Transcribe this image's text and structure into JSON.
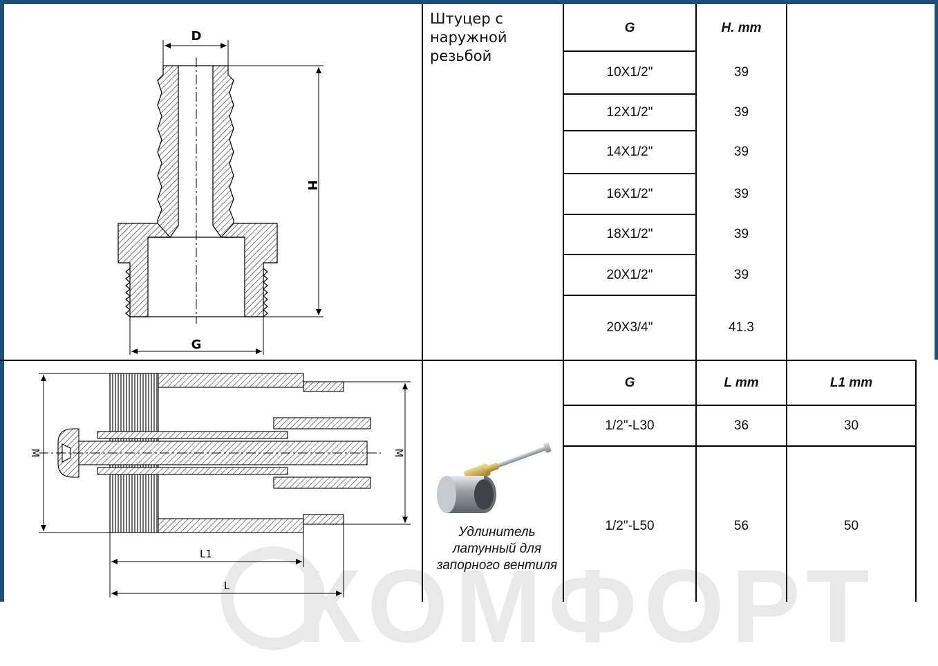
{
  "section1": {
    "title": "Штуцер с наружной резьбой",
    "headers": [
      "G",
      "H. mm"
    ],
    "rows": [
      [
        "10X1/2\"",
        "39"
      ],
      [
        "12X1/2\"",
        "39"
      ],
      [
        "14X1/2\"",
        "39"
      ],
      [
        "16X1/2\"",
        "39"
      ],
      [
        "18X1/2\"",
        "39"
      ],
      [
        "20X1/2\"",
        "39"
      ],
      [
        "20X3/4\"",
        "41.3"
      ]
    ],
    "drawing_labels": {
      "d": "D",
      "h": "H",
      "g": "G"
    }
  },
  "section2": {
    "title": "Удлинитель латунный для запорного вентиля",
    "headers": [
      "G",
      "L mm",
      "L1 mm"
    ],
    "rows": [
      [
        "1/2\"-L30",
        "36",
        "30"
      ],
      [
        "1/2\"-L50",
        "56",
        "50"
      ]
    ],
    "drawing_labels": {
      "m_left": "M",
      "m_right": "M",
      "l1": "L1",
      "l": "L"
    }
  },
  "watermark": "КОМФОРТ",
  "colors": {
    "frame": "#1f4e7a",
    "watermark": "#e9e9e9",
    "brass": "#c9a44a",
    "chrome": "#b8bcc2"
  }
}
